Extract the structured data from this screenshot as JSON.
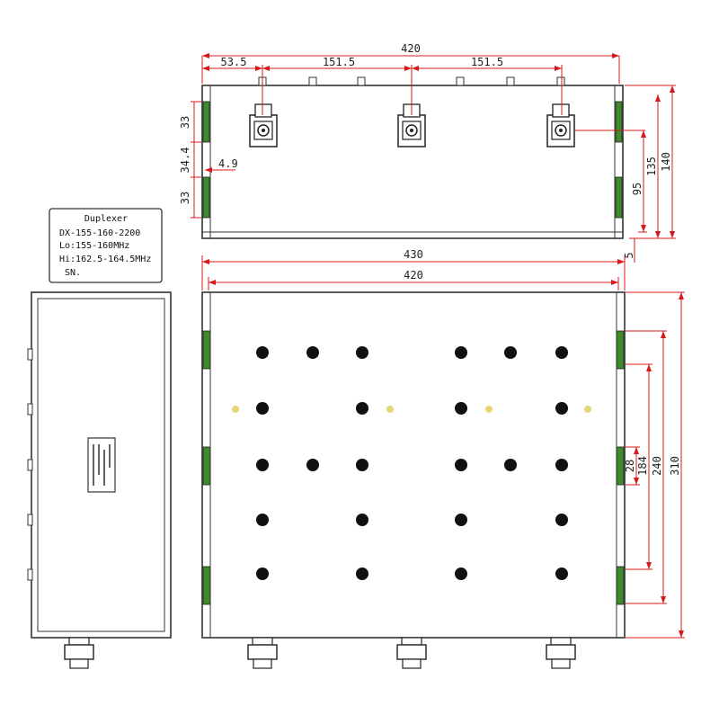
{
  "colors": {
    "outline": "#333333",
    "dimension": "#d81818",
    "flange": "#3e8a2c",
    "marker": "#e6d676",
    "hole": "#111111"
  },
  "top_view": {
    "dim_overall_width": "420",
    "dim_spacing_1": "53.5",
    "dim_spacing_2": "151.5",
    "dim_spacing_3": "151.5",
    "dim_left_a": "33",
    "dim_left_b": "34.4",
    "dim_left_c": "33",
    "dim_left_small": "4.9",
    "dim_right_connector": "95",
    "dim_right_mid": "135",
    "dim_right_outer": "140",
    "dim_bottom_gap": "5"
  },
  "front_view": {
    "dim_width_outer": "430",
    "dim_width_inner": "420",
    "dim_right_a": "28",
    "dim_right_b": "184",
    "dim_right_c": "240",
    "dim_right_d": "310"
  },
  "label_box": {
    "title": "Duplexer",
    "line1": "DX-155-160-2200",
    "line2": "Lo:155-160MHz",
    "line3": "Hi:162.5-164.5MHz",
    "line4": "SN."
  }
}
